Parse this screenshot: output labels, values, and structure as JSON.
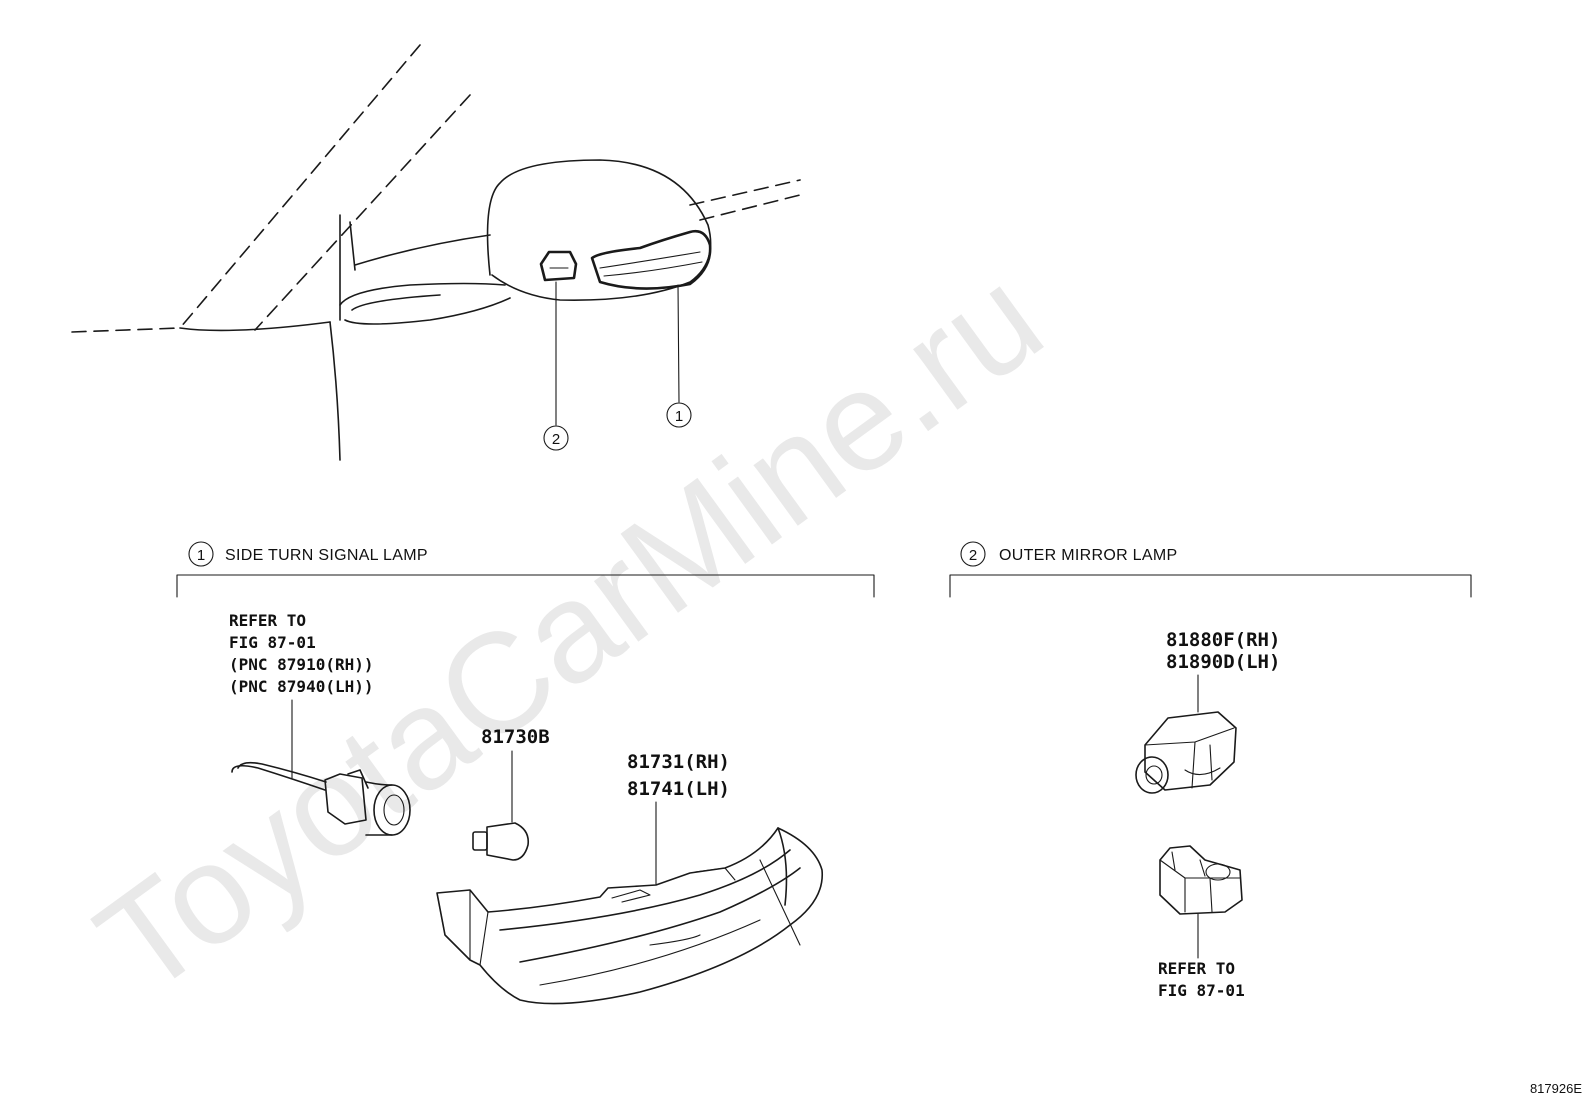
{
  "watermark": "ToyotaCarMine.ru",
  "figure_code": "817926E",
  "callouts": [
    "1",
    "2"
  ],
  "sections": [
    {
      "num": "1",
      "title": "SIDE TURN SIGNAL LAMP"
    },
    {
      "num": "2",
      "title": "OUTER MIRROR LAMP"
    }
  ],
  "parts": {
    "bulb": "81730B",
    "lens_rh": "81731(RH)",
    "lens_lh": "81741(LH)",
    "lamp_rh": "81880F(RH)",
    "lamp_lh": "81890D(LH)"
  },
  "notes": {
    "socket_ref": [
      "REFER TO",
      "FIG 87-01",
      "(PNC 87910(RH))",
      "(PNC 87940(LH))"
    ],
    "housing_ref": [
      "REFER TO",
      "FIG 87-01"
    ]
  }
}
